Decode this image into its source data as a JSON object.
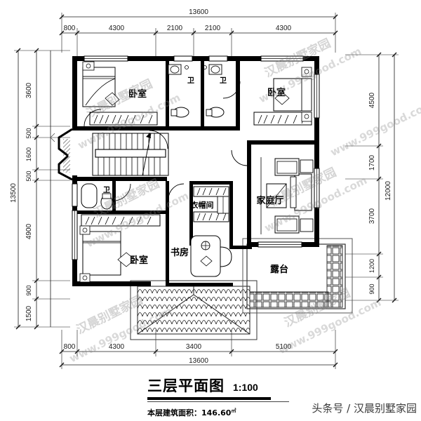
{
  "drawing": {
    "title": "三层平面图",
    "scale": "1:100",
    "area_label": "本层建筑面积：146.60",
    "area_unit": "㎡",
    "credit": "头条号 / 汉晨别墅家园"
  },
  "dimensions": {
    "top_total": "13600",
    "top_chain": [
      "800",
      "4300",
      "2100",
      "2100",
      "4300"
    ],
    "bottom_total": "13600",
    "bottom_chain": [
      "800",
      "4300",
      "3400",
      "5100"
    ],
    "left_total": "13500",
    "left_chain": [
      "3600",
      "500",
      "1600",
      "500",
      "4900",
      "900",
      "1500"
    ],
    "right_total": "12000",
    "right_chain": [
      "4500",
      "1700",
      "3700",
      "1200",
      "900"
    ]
  },
  "rooms": [
    {
      "id": "bedroom-top-left",
      "label": "卧室"
    },
    {
      "id": "bath-top-1",
      "label": "卫"
    },
    {
      "id": "bath-top-2",
      "label": "卫"
    },
    {
      "id": "bedroom-top-right",
      "label": "卧室"
    },
    {
      "id": "bath-left",
      "label": "卫"
    },
    {
      "id": "bedroom-bottom-left",
      "label": "卧室"
    },
    {
      "id": "closet",
      "label": "衣帽间"
    },
    {
      "id": "study",
      "label": "书房"
    },
    {
      "id": "family-room",
      "label": "家庭厅"
    },
    {
      "id": "terrace",
      "label": "露台"
    }
  ],
  "watermarks": {
    "chinese": "汉晨别墅家园",
    "english": "www.999good.com"
  },
  "colors": {
    "wall": "#000000",
    "line": "#1a1a1a",
    "background": "#ffffff",
    "watermark": "#787878"
  }
}
